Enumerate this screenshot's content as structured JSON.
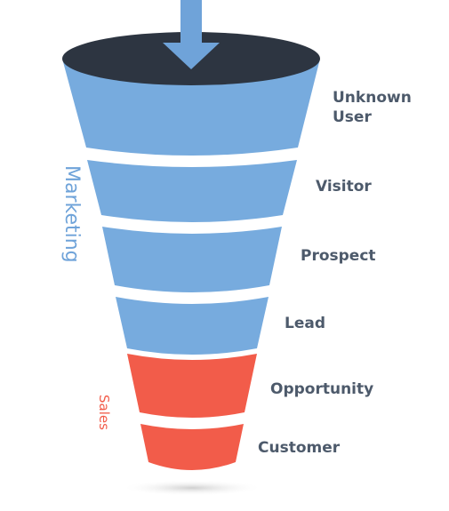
{
  "stages": [
    {
      "line1": "Unknown",
      "line2": "User",
      "group": "marketing"
    },
    {
      "line1": "Visitor",
      "group": "marketing"
    },
    {
      "line1": "Prospect",
      "group": "marketing"
    },
    {
      "line1": "Lead",
      "group": "marketing"
    },
    {
      "line1": "Opportunity",
      "group": "sales"
    },
    {
      "line1": "Customer",
      "group": "sales"
    }
  ],
  "groups": {
    "marketing": "Marketing",
    "sales": "Sales"
  },
  "colors": {
    "marketing": "#77abde",
    "sales": "#f25c4a",
    "rim": "#2d3541",
    "arrow": "#6fa3d9",
    "label": "#4d5a6b",
    "shadow": "#d6d6d6"
  }
}
